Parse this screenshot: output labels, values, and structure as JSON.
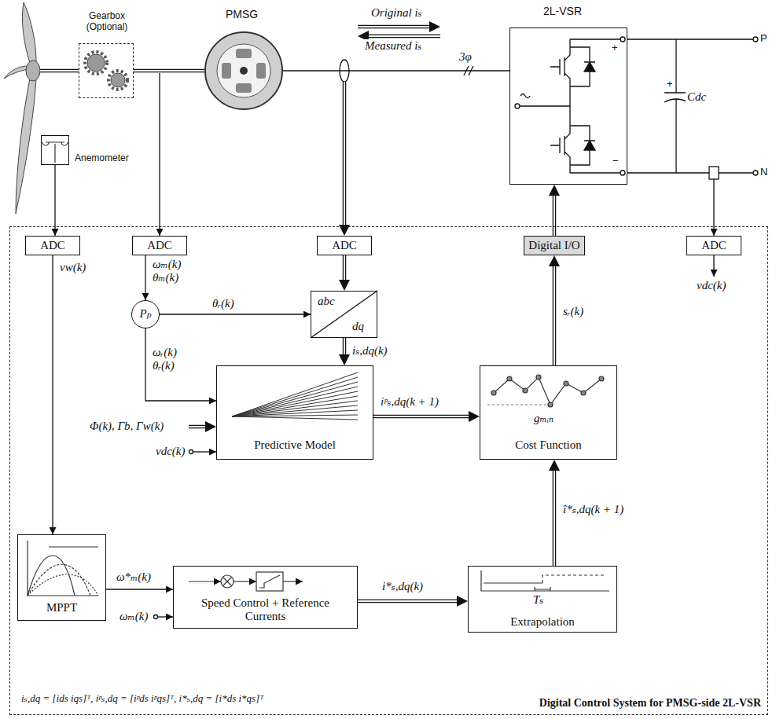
{
  "diagram": {
    "nodes": [
      {
        "text": [
          "Gearbox (Optional)"
        ]
      },
      {
        "text": [
          "PMSG"
        ]
      },
      {
        "text": [
          "2L-VSR"
        ]
      },
      {
        "text": [
          "Anemometer"
        ]
      },
      {
        "text": [
          "Digital Control System for PMSG-side 2L-VSR"
        ]
      },
      {
        "text": [
          "ADC"
        ],
        "in": 4
      },
      {
        "text": [
          "ADC"
        ],
        "in": 4
      },
      {
        "text": [
          "ADC"
        ],
        "in": 4
      },
      {
        "text": [
          "Digital I/O"
        ],
        "in": 4
      },
      {
        "text": [
          "ADC"
        ],
        "in": 4
      },
      {
        "text": [
          "Pₚ"
        ],
        "in": 4
      },
      {
        "text": [
          "abc",
          "dq"
        ],
        "in": 4
      },
      {
        "text": [
          "Predictive Model"
        ],
        "in": 4
      },
      {
        "text": [
          "gₘᵢₙ",
          "Cost Function"
        ],
        "in": 4
      },
      {
        "text": [
          "MPPT"
        ],
        "in": 4
      },
      {
        "text": [
          "Speed Control + Reference Currents"
        ],
        "in": 4
      },
      {
        "text": [
          "Tₛ",
          "Extrapolation"
        ],
        "in": 4
      }
    ],
    "edges": [
      {
        "from": 0,
        "to": 1,
        "arrow": "none"
      },
      {
        "from": 1,
        "to": 2,
        "arrow": "none",
        "label": "3φ"
      },
      {
        "from": 3,
        "to": 5,
        "arrow": "to"
      },
      {
        "from": 8,
        "to": 2,
        "arrow": "to"
      },
      {
        "from": 5,
        "to": 14,
        "arrow": "to",
        "label": "vw(k)"
      },
      {
        "from": 6,
        "to": 10,
        "arrow": "to",
        "label": "ωₘ(k) θₘ(k)"
      },
      {
        "from": 10,
        "to": 11,
        "arrow": "to",
        "label": "θᵣ(k)"
      },
      {
        "from": 10,
        "to": 12,
        "arrow": "to",
        "label": "ωᵣ(k) θᵣ(k)"
      },
      {
        "from": 7,
        "to": 11,
        "arrow": "to"
      },
      {
        "from": 11,
        "to": 12,
        "arrow": "to",
        "label": "iₛ,dq(k)"
      },
      {
        "from": 12,
        "to": 13,
        "arrow": "to",
        "label": "iᵖₛ,dq(k + 1)"
      },
      {
        "from": 13,
        "to": 8,
        "arrow": "to",
        "label": "sᵣ(k)"
      },
      {
        "from": 16,
        "to": 13,
        "arrow": "to",
        "label": "î*ₛ,dq(k + 1)"
      },
      {
        "from": 14,
        "to": 15,
        "arrow": "to",
        "label": "ω*ₘ(k)"
      },
      {
        "from": 15,
        "to": 16,
        "arrow": "to",
        "label": "i*ₛ,dq(k)"
      }
    ],
    "labels": [
      "Original iₛ",
      "Measured iₛ",
      "+",
      "−",
      "+",
      "P",
      "N",
      "Cdc",
      "Φ(k), Γb, Γw(k)",
      "vdc(k)",
      "vdc(k)",
      "ωₘ(k)",
      "iₛ,dq = [ids iqs]ᵀ, iᵖₛ,dq = [iᵖds iᵖqs]ᵀ, i*ₛ,dq = [i*ds i*qs]ᵀ"
    ]
  }
}
